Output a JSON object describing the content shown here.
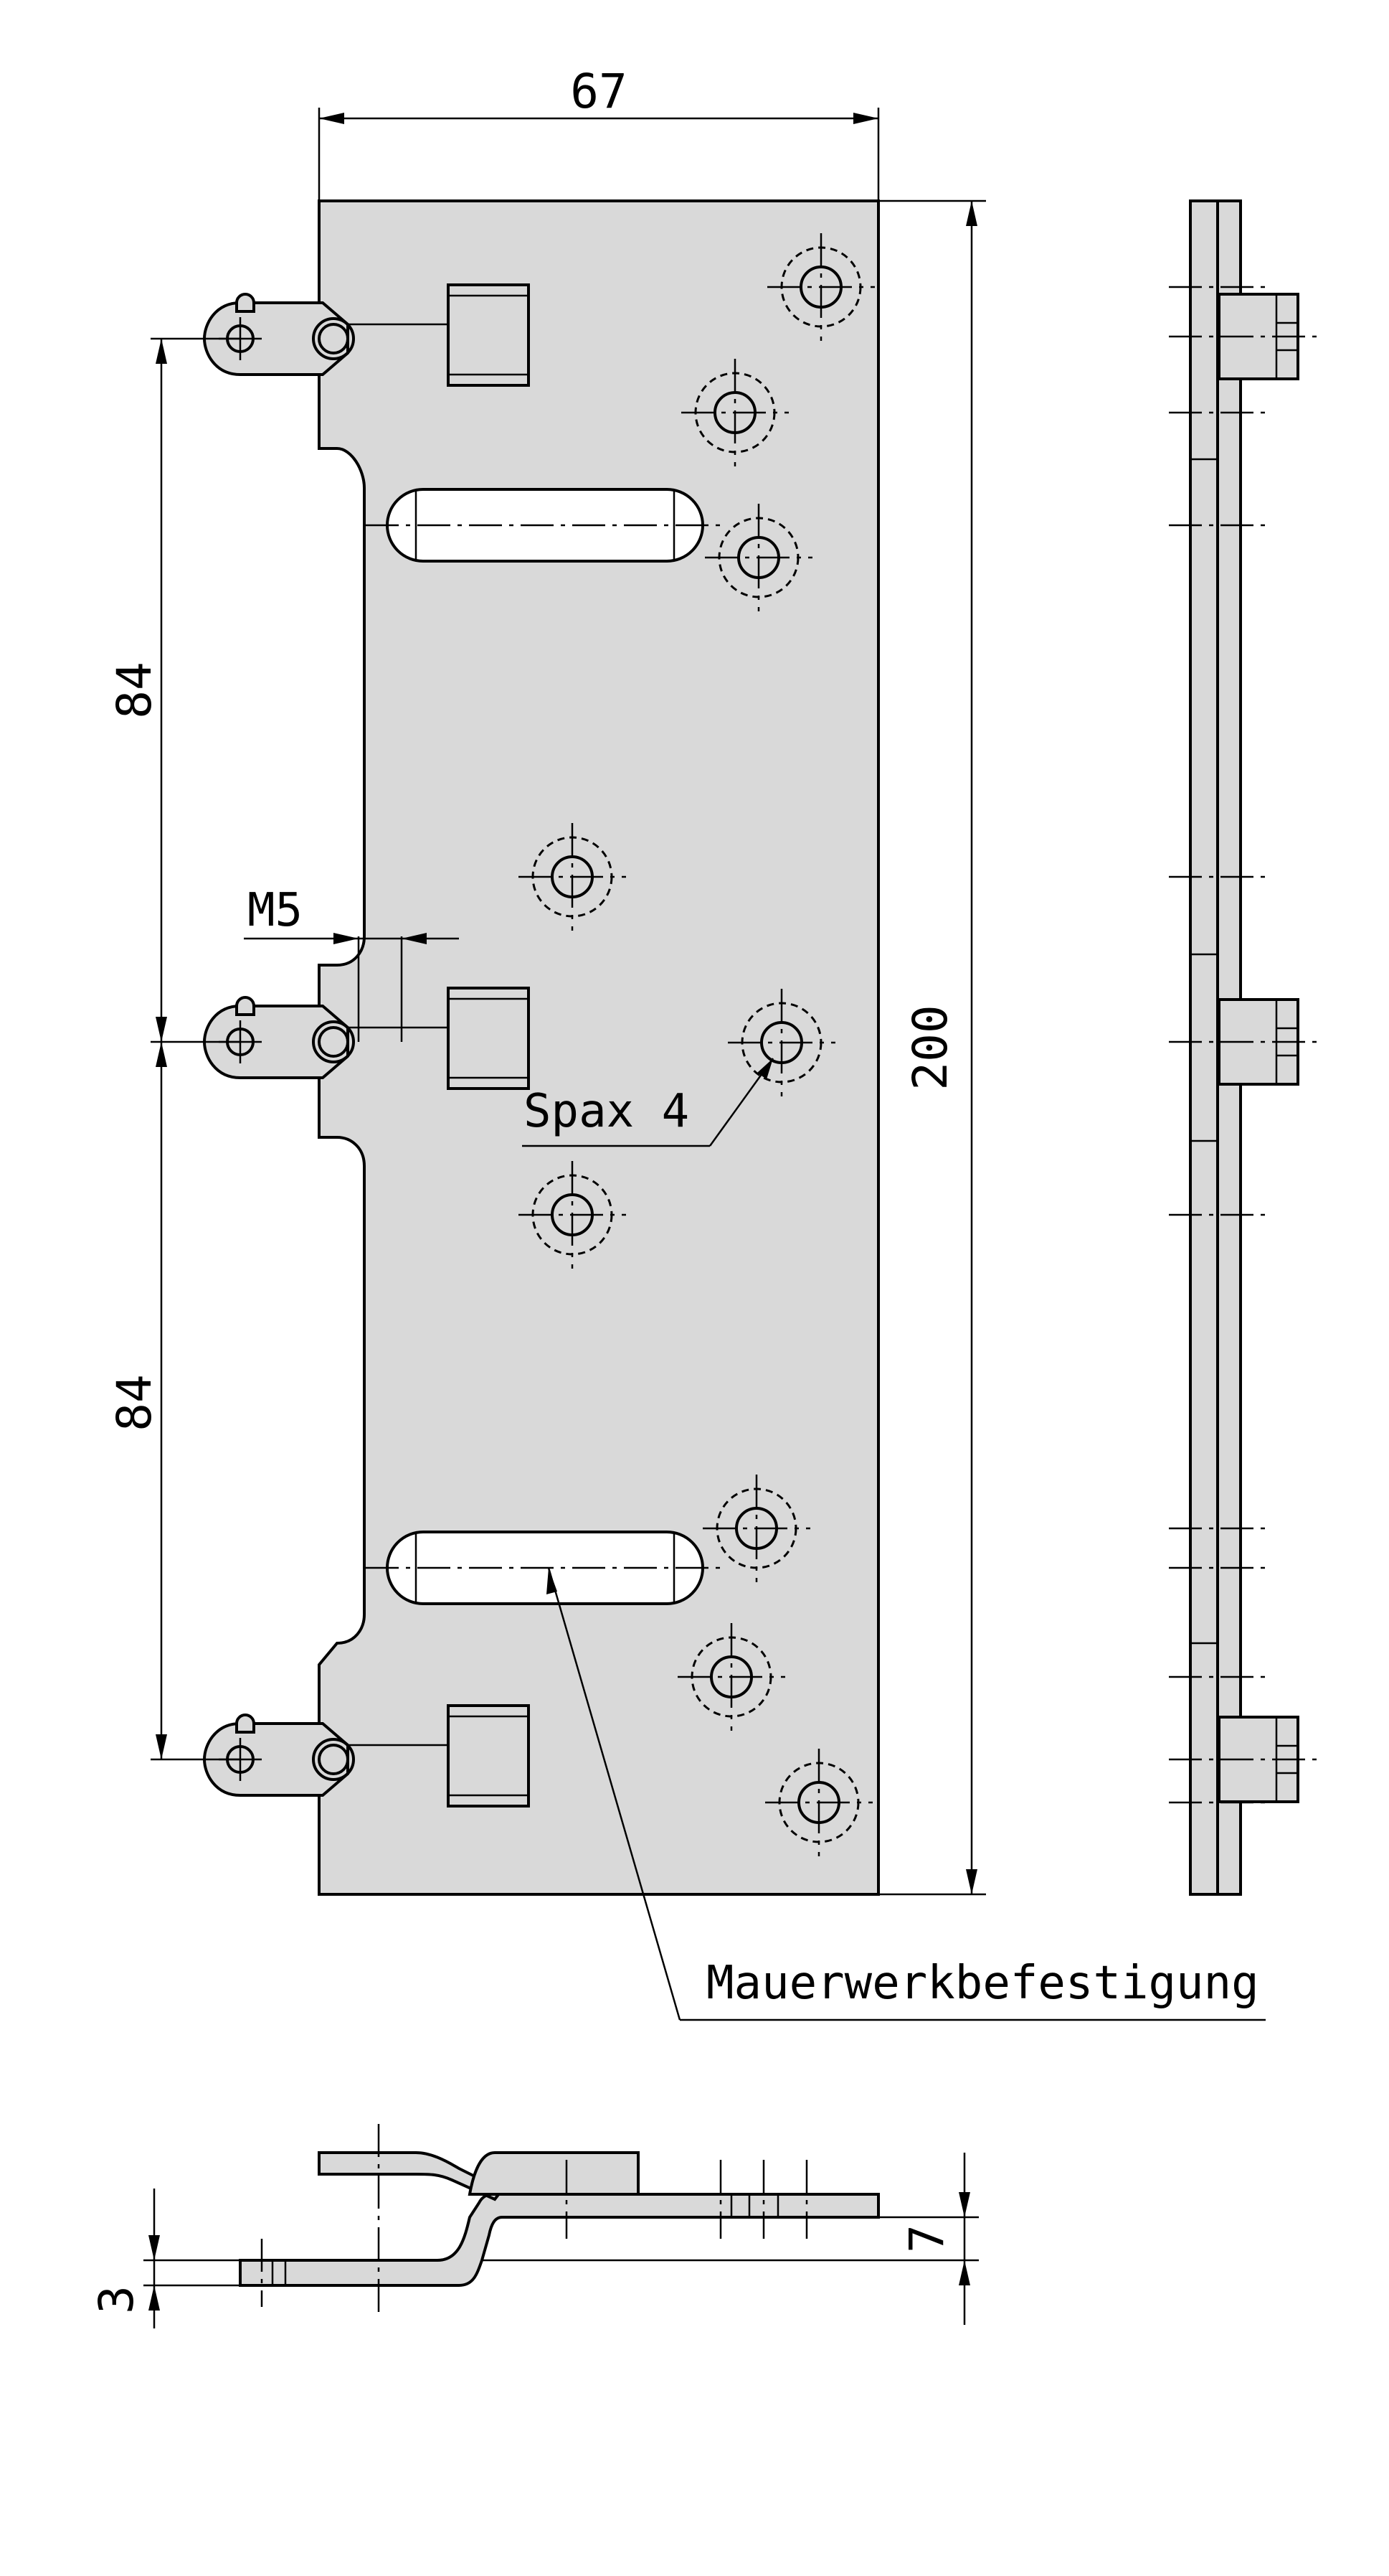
{
  "dimensions": {
    "width": "67",
    "height": "200",
    "pitch_top": "84",
    "pitch_bottom": "84",
    "thread": "M5",
    "offset_thickness": "7",
    "plate_thickness": "3"
  },
  "labels": {
    "screw": "Spax 4",
    "masonry": "Mauerwerkbefestigung"
  },
  "colors": {
    "plate_fill": "#d9d9d9",
    "line": "#000000"
  }
}
